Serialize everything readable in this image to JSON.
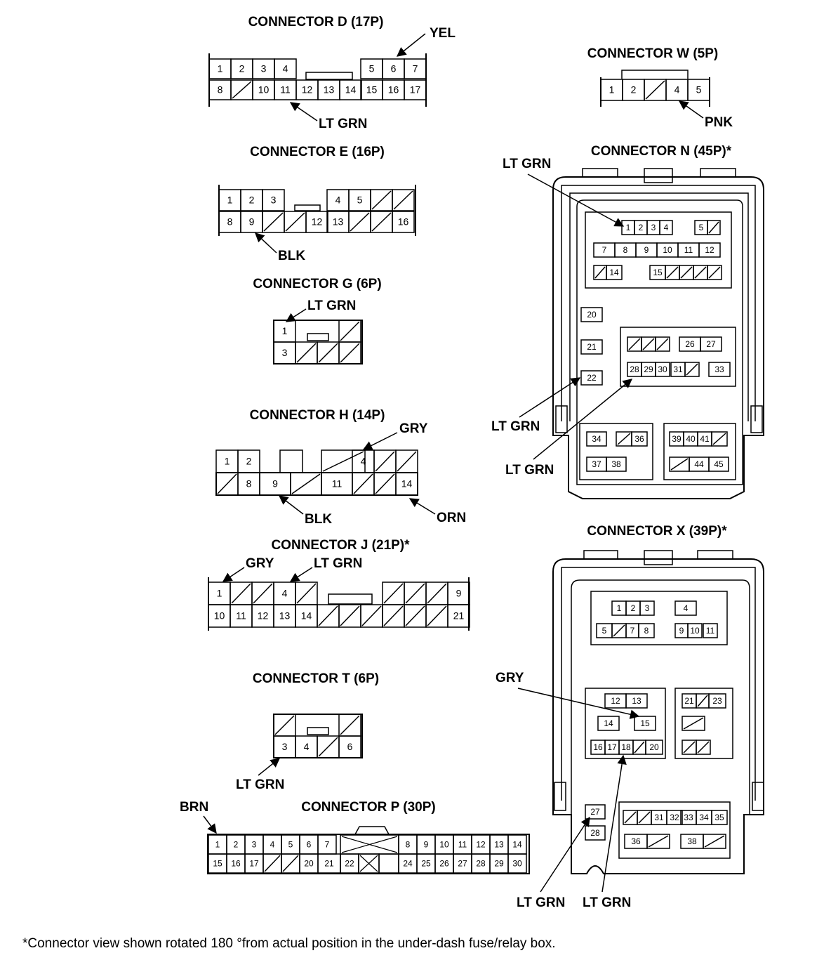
{
  "footnote": "*Connector view shown rotated 180 °from actual position in the under-dash fuse/relay box.",
  "connectors": {
    "D": {
      "title": "CONNECTOR D (17P)",
      "row1": [
        "1",
        "2",
        "3",
        "4",
        "",
        "",
        "5",
        "6",
        "7"
      ],
      "row2": [
        "8",
        "",
        "10",
        "11",
        "12",
        "13",
        "14",
        "15",
        "16",
        "17"
      ],
      "wires": [
        "YEL",
        "LT GRN"
      ]
    },
    "E": {
      "title": "CONNECTOR E (16P)",
      "row1": [
        "1",
        "2",
        "3",
        "4",
        "5"
      ],
      "row2": [
        "8",
        "9",
        "12",
        "13",
        "16"
      ],
      "wires": [
        "BLK"
      ]
    },
    "G": {
      "title": "CONNECTOR G (6P)",
      "row1": [
        "1"
      ],
      "row2": [
        "3"
      ],
      "wires": [
        "LT GRN"
      ]
    },
    "H": {
      "title": "CONNECTOR H (14P)",
      "row1": [
        "1",
        "2",
        "4"
      ],
      "row2": [
        "8",
        "9",
        "11",
        "14"
      ],
      "wires": [
        "GRY",
        "BLK",
        "ORN"
      ]
    },
    "J": {
      "title": "CONNECTOR J (21P)*",
      "row1": [
        "1",
        "4",
        "9"
      ],
      "row2": [
        "10",
        "11",
        "12",
        "13",
        "14",
        "21"
      ],
      "wires": [
        "GRY",
        "LT GRN"
      ]
    },
    "T": {
      "title": "CONNECTOR T (6P)",
      "row2": [
        "3",
        "4",
        "6"
      ],
      "wires": [
        "LT GRN"
      ]
    },
    "P": {
      "title": "CONNECTOR P (30P)",
      "row1": [
        "1",
        "2",
        "3",
        "4",
        "5",
        "6",
        "7",
        "8",
        "9",
        "10",
        "11",
        "12",
        "13",
        "14"
      ],
      "row2": [
        "15",
        "16",
        "17",
        "20",
        "21",
        "22",
        "24",
        "25",
        "26",
        "27",
        "28",
        "29",
        "30"
      ],
      "wires": [
        "BRN"
      ]
    },
    "W": {
      "title": "CONNECTOR W (5P)",
      "pins": [
        "1",
        "2",
        "4",
        "5"
      ],
      "wires": [
        "PNK"
      ]
    },
    "N": {
      "title": "CONNECTOR N (45P)*",
      "pins": [
        "1",
        "2",
        "3",
        "4",
        "5",
        "7",
        "8",
        "9",
        "10",
        "11",
        "12",
        "14",
        "15",
        "20",
        "21",
        "22",
        "26",
        "27",
        "28",
        "29",
        "30",
        "31",
        "33",
        "34",
        "36",
        "37",
        "38",
        "39",
        "40",
        "41",
        "44",
        "45"
      ],
      "wires": [
        "LT GRN",
        "LT GRN",
        "LT GRN"
      ]
    },
    "X": {
      "title": "CONNECTOR X (39P)*",
      "pins": [
        "1",
        "2",
        "3",
        "4",
        "5",
        "7",
        "8",
        "9",
        "10",
        "11",
        "12",
        "13",
        "14",
        "15",
        "16",
        "17",
        "18",
        "20",
        "21",
        "23",
        "27",
        "28",
        "31",
        "32",
        "33",
        "34",
        "35",
        "36",
        "38"
      ],
      "wires": [
        "GRY",
        "LT GRN",
        "LT GRN"
      ]
    }
  }
}
